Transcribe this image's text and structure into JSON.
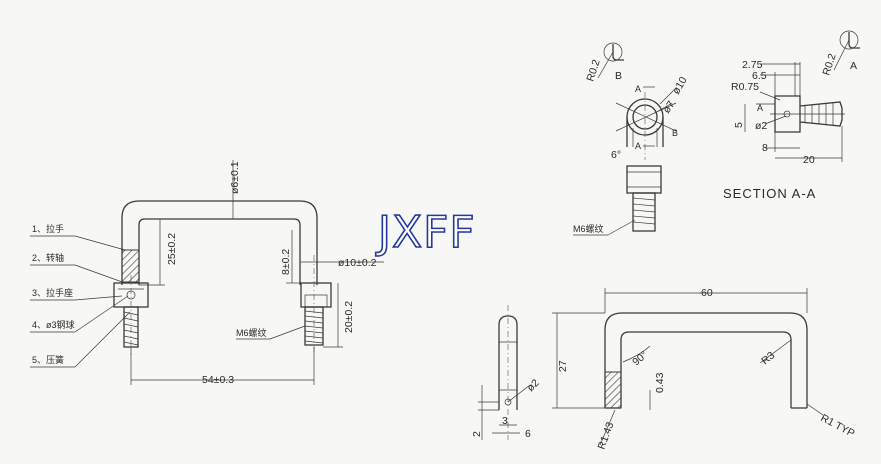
{
  "logo": "JXFF",
  "parts_legend": [
    {
      "label": "1、拉手"
    },
    {
      "label": "2、转轴"
    },
    {
      "label": "3、拉手座"
    },
    {
      "label": "4、ø3钢球"
    },
    {
      "label": "5、压簧"
    }
  ],
  "front_view": {
    "dim_top": "ø6±0.1",
    "dim_height_inner": "25±0.2",
    "dim_right_upper": "8±0.2",
    "dim_right_diameter": "ø10±0.2",
    "dim_right_lower": "20±0.2",
    "thread_label": "M6螺纹",
    "dim_width": "54±0.3"
  },
  "detail_b": {
    "radius": "R0.2",
    "letter": "B"
  },
  "detail_a": {
    "radius": "R0.2",
    "letter": "A"
  },
  "top_detail": {
    "phi10": "ø10",
    "phi7": "ø7",
    "letter_a_top": "A",
    "letter_a_bottom": "A",
    "letter_b": "B",
    "angle": "6°",
    "thread_label": "M6螺纹"
  },
  "section_a_a": {
    "title": "SECTION  A-A",
    "dim_275": "2.75",
    "dim_65": "6.5",
    "dim_r075": "R0.75",
    "letter_a": "A",
    "dim_phi2": "ø2",
    "dim_5": "5",
    "dim_8": "8",
    "dim_20": "20"
  },
  "bottom_view": {
    "dim_60": "60",
    "dim_27": "27",
    "dim_90": "90°",
    "dim_r3": "R3",
    "dim_043": "0.43",
    "dim_r143": "R1.43",
    "dim_r1typ": "R1 TYP"
  },
  "pin_view": {
    "dim_phi2": "ø2",
    "dim_2": "2",
    "dim_3": "3",
    "dim_6": "6"
  }
}
